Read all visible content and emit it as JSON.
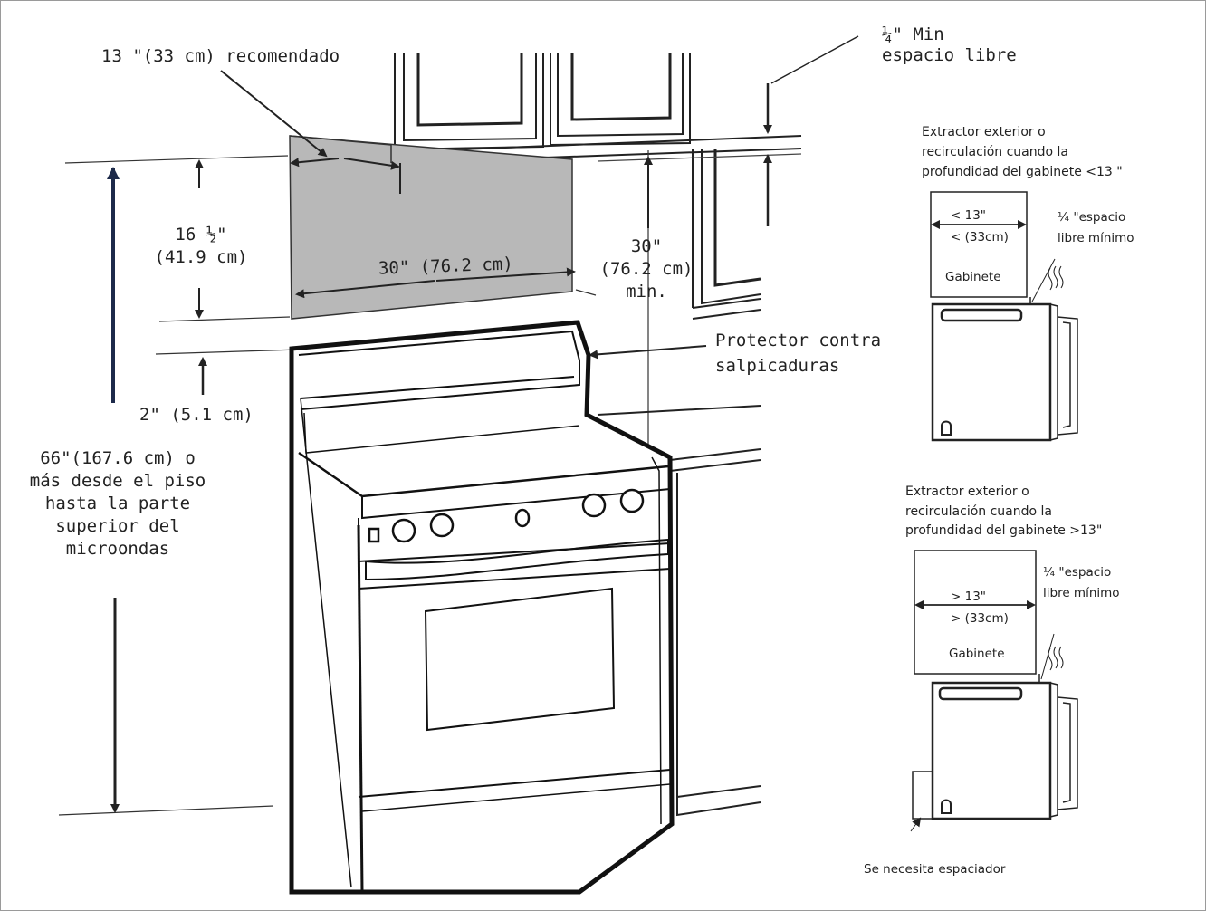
{
  "labels": {
    "top_clearance": "¼\" Min",
    "top_clearance_2": "espacio libre",
    "depth_recommended": "13 \"(33 cm) recomendado",
    "height_1": "16 ½\"",
    "height_2": "(41.9 cm)",
    "width": "30\" (76.2 cm)",
    "clear_1": "30\"",
    "clear_2": "(76.2 cm)",
    "clear_3": "min.",
    "splash_1": "Protector contra",
    "splash_2": "salpicaduras",
    "gap": "2\" (5.1 cm)",
    "floor_1": "66\"(167.6 cm) o",
    "floor_2": "más desde el piso",
    "floor_3": "hasta la parte",
    "floor_4": "superior del",
    "floor_5": "microondas"
  },
  "detail_top": {
    "title_1": "Extractor exterior o",
    "title_2": "recirculación cuando la",
    "title_3": "profundidad del gabinete <13 \"",
    "dim_1": "< 13\"",
    "dim_2": "< (33cm)",
    "cabinet": "Gabinete",
    "gap_1": "¼ \"espacio",
    "gap_2": "libre mínimo"
  },
  "detail_bottom": {
    "title_1": "Extractor exterior o",
    "title_2": "recirculación cuando la",
    "title_3": "profundidad del gabinete >13\"",
    "dim_1": "> 13\"",
    "dim_2": "> (33cm)",
    "cabinet": "Gabinete",
    "gap_1": "¼ \"espacio",
    "gap_2": "libre mínimo",
    "spacer": "Se necesita espaciador"
  }
}
